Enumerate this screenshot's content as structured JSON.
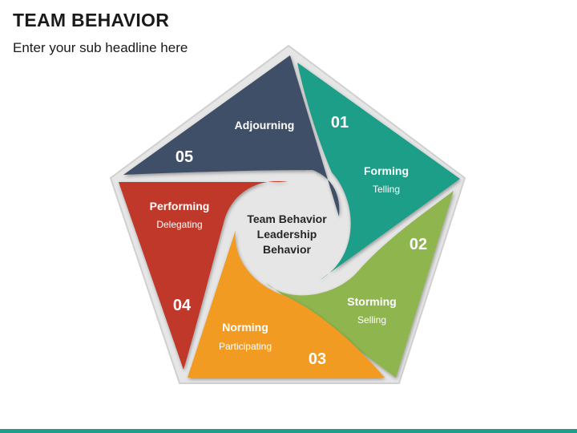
{
  "header": {
    "title": "TEAM BEHAVIOR",
    "subtitle": "Enter your sub headline here"
  },
  "center": {
    "line1": "Team Behavior",
    "line2": "Leadership",
    "line3": "Behavior"
  },
  "stages": [
    {
      "number": "01",
      "title": "Forming",
      "subtitle": "Telling",
      "color": "#1f9e89"
    },
    {
      "number": "02",
      "title": "Storming",
      "subtitle": "Selling",
      "color": "#8fb54f"
    },
    {
      "number": "03",
      "title": "Norming",
      "subtitle": "Participating",
      "color": "#f29b23"
    },
    {
      "number": "04",
      "title": "Performing",
      "subtitle": "Delegating",
      "color": "#c0392b"
    },
    {
      "number": "05",
      "title": "Adjourning",
      "subtitle": "",
      "color": "#3f5068"
    }
  ],
  "frame_color": "#e6e6e6",
  "accent_bar_color": "#1f9e89"
}
